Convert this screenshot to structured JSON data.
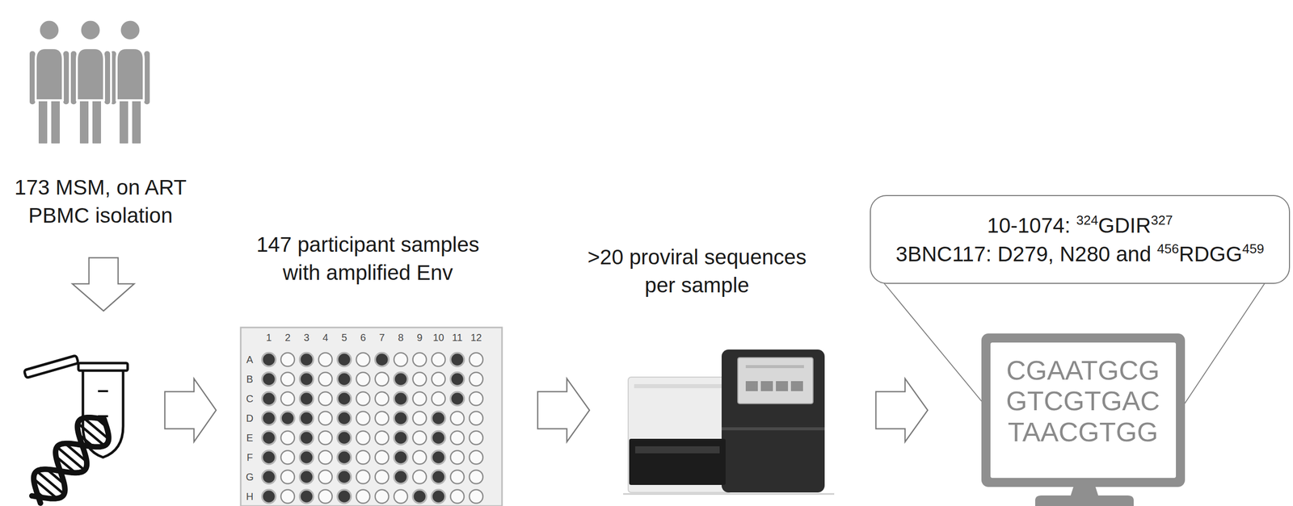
{
  "diagram": {
    "nodes": [
      {
        "text": [
          "10-1074: 324GDIR327",
          "3BNC117: D279, N280 and 456RDGG459"
        ]
      }
    ],
    "labels": [
      "173 MSM, on ART PBMC isolation",
      "147 participant samples with amplified Env",
      ">20 proviral sequences per sample",
      "1",
      "2",
      "3",
      "4",
      "5",
      "6",
      "7",
      "8",
      "9",
      "10",
      "11",
      "12",
      "A",
      "B",
      "C",
      "D",
      "E",
      "F",
      "G",
      "H",
      "CGAATGCG",
      "GTCGTGAC",
      "TAACGTGG"
    ]
  }
}
